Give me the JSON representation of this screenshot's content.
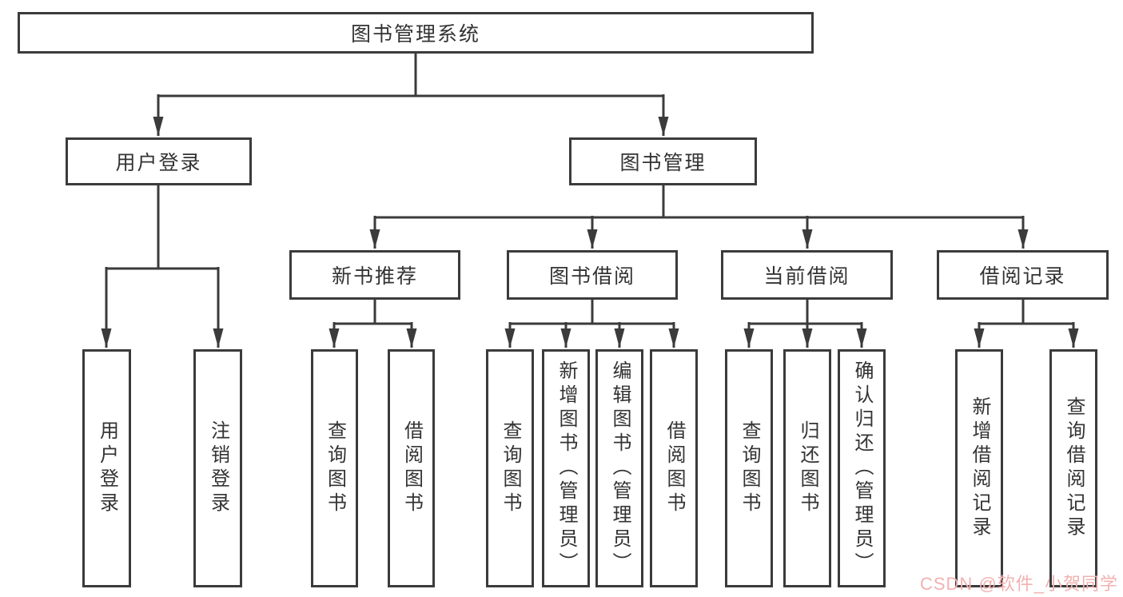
{
  "nodes": {
    "root": "图书管理系统",
    "level2": [
      "用户登录",
      "图书管理"
    ],
    "level3": [
      "新书推荐",
      "图书借阅",
      "当前借阅",
      "借阅记录"
    ],
    "level4_user": [
      "用户登录",
      "注销登录"
    ],
    "level4_newbook": [
      "查询图书",
      "借阅图书"
    ],
    "level4_borrow": [
      "查询图书",
      "新增图书（管理员）",
      "编辑图书（管理员）",
      "借阅图书"
    ],
    "level4_current": [
      "查询图书",
      "归还图书",
      "确认归还（管理员）"
    ],
    "level4_records": [
      "新增借阅记录",
      "查询借阅记录"
    ]
  },
  "watermark": "CSDN @软件_小贺同学",
  "colors": {
    "line": "#3b3b3b",
    "text": "#333333",
    "watermark": "#f2b1b1",
    "background": "#ffffff"
  }
}
